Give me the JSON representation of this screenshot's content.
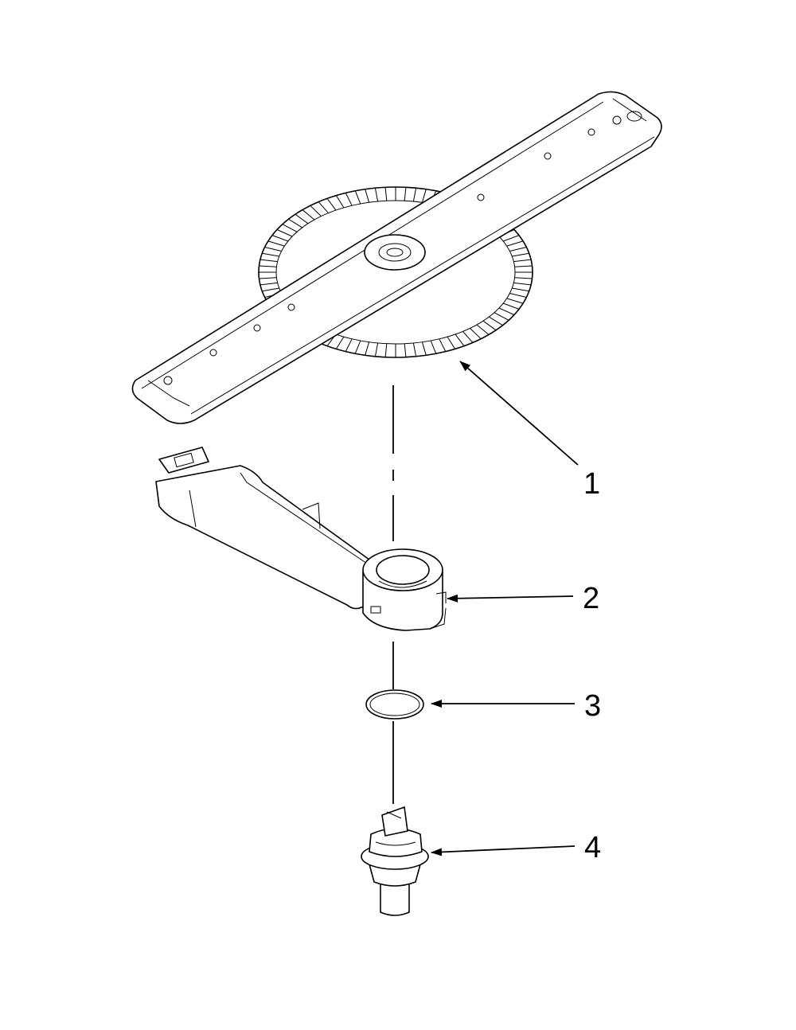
{
  "callouts": [
    {
      "number": "1",
      "part": "spray-arm"
    },
    {
      "number": "2",
      "part": "spray-arm-manifold"
    },
    {
      "number": "3",
      "part": "o-ring"
    },
    {
      "number": "4",
      "part": "spray-arm-bearing-hub"
    }
  ],
  "colors": {
    "line": "#000000",
    "background": "#ffffff",
    "shade": "#d9d9d9"
  }
}
